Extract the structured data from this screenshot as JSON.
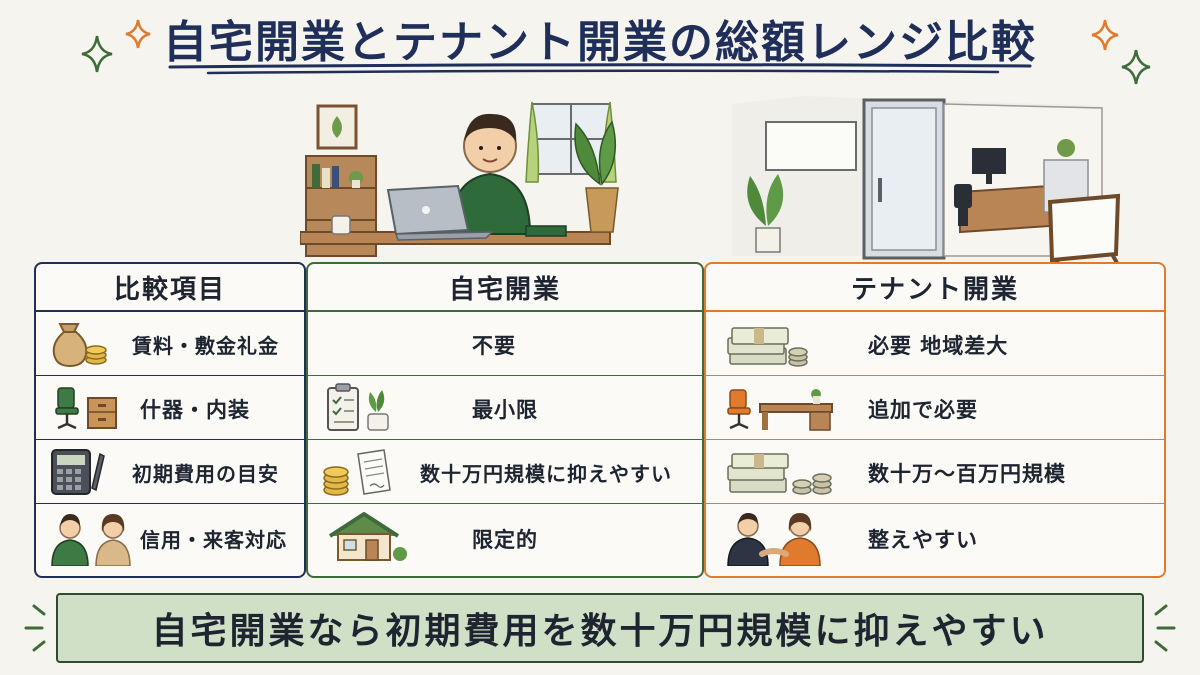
{
  "title": "自宅開業とテナント開業の総額レンジ比較",
  "table": {
    "headers": {
      "items": "比較項目",
      "home": "自宅開業",
      "tenant": "テナント開業"
    },
    "rows": [
      {
        "item": "賃料・敷金礼金",
        "home": "不要",
        "tenant": "必要 地域差大"
      },
      {
        "item": "什器・内装",
        "home": "最小限",
        "tenant": "追加で必要"
      },
      {
        "item": "初期費用の目安",
        "home": "数十万円規模に抑えやすい",
        "tenant": "数十万～百万円規模"
      },
      {
        "item": "信用・来客対応",
        "home": "限定的",
        "tenant": "整えやすい"
      }
    ]
  },
  "banner": "自宅開業なら初期費用を数十万円規模に抑えやすい",
  "colors": {
    "navy": "#1f2f5a",
    "green": "#3d6b3a",
    "orange": "#e07b2e",
    "banner_bg": "#cfe0c6"
  },
  "icons": {
    "title_sparkles": [
      "sparkle-icon"
    ],
    "illustrations": [
      "home-office-illustration",
      "tenant-office-illustration"
    ],
    "row_icons": [
      "money-bag-icon",
      "office-chair-icon",
      "calculator-icon",
      "people-icon",
      "clipboard-icon",
      "coins-document-icon",
      "house-icon",
      "cash-stack-icon",
      "desk-icon",
      "handshake-icon"
    ]
  }
}
